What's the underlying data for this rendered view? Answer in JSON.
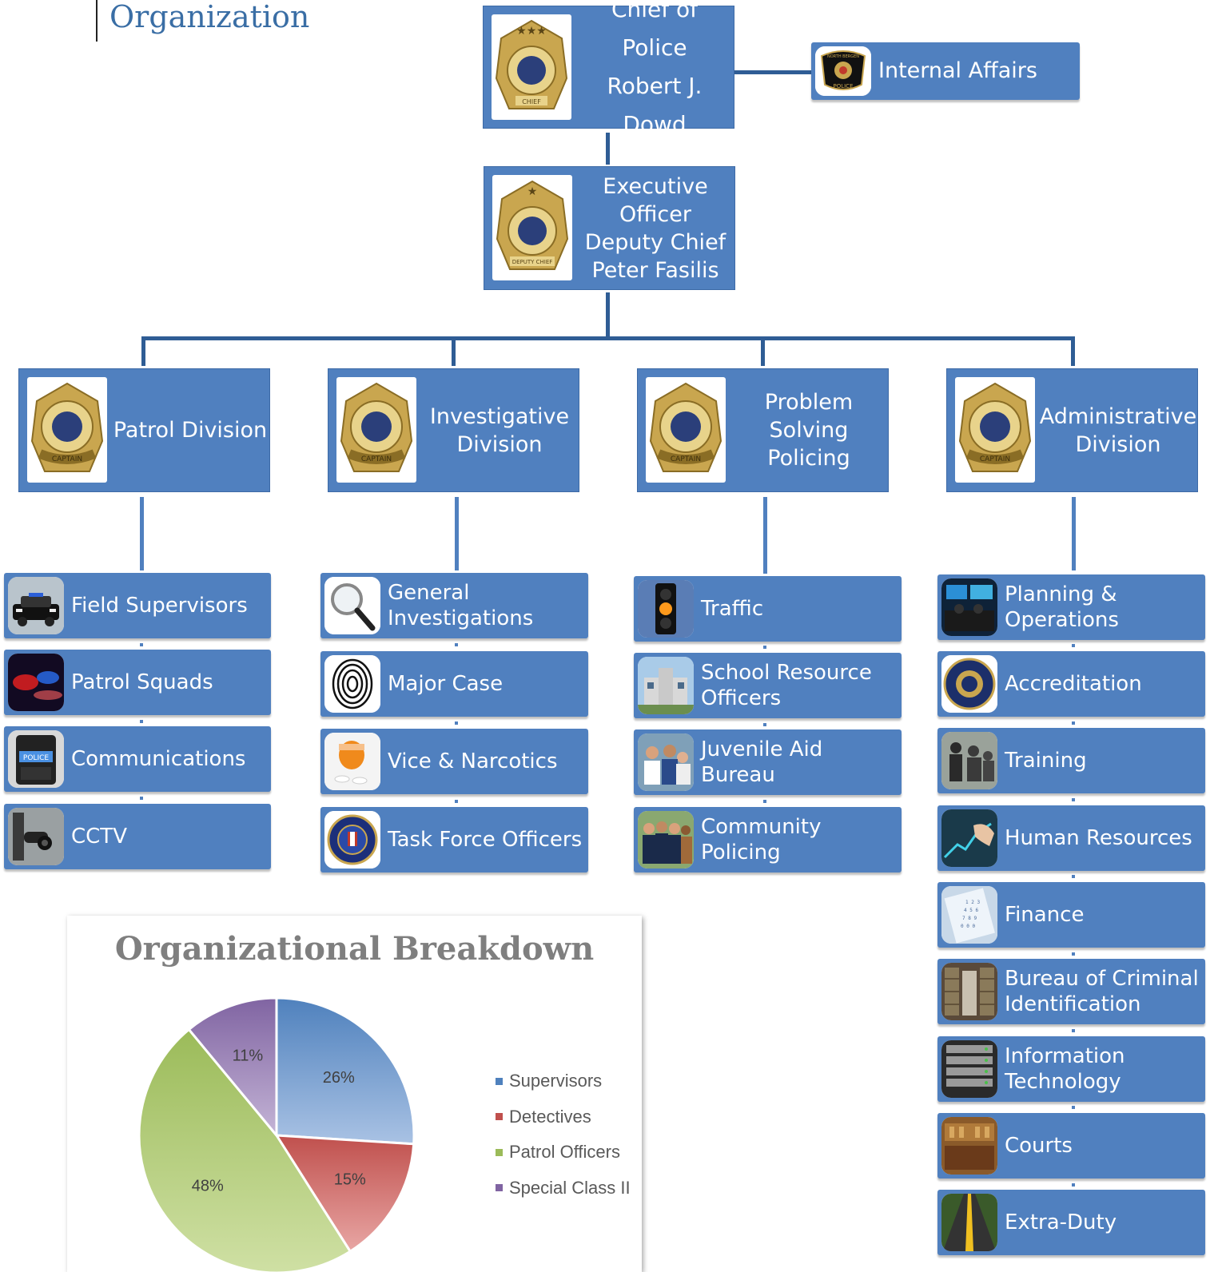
{
  "header": {
    "title": "Organization"
  },
  "chief": {
    "title": "Chief of Police",
    "name": "Robert J. Dowd",
    "badge_text": "CHIEF"
  },
  "internal_affairs": {
    "label": "Internal Affairs"
  },
  "executive": {
    "line1": "Executive",
    "line2": "Officer",
    "line3": "Deputy Chief",
    "line4": "Peter Fasilis",
    "badge_text": "DEPUTY CHIEF"
  },
  "badge_common": {
    "ring_text": "NORTH BERGEN POLICE",
    "captain_text": "CAPTAIN",
    "patch_text": "NORTH BERGEN",
    "patch_sub": "POLICE"
  },
  "divisions": [
    {
      "line1": "Patrol Division",
      "line2": ""
    },
    {
      "line1": "Investigative",
      "line2": "Division"
    },
    {
      "line1": "Problem",
      "line2": "Solving Policing"
    },
    {
      "line1": "Administrative",
      "line2": "Division"
    }
  ],
  "patrol_units": [
    {
      "label": "Field Supervisors",
      "icon": "police-car-icon"
    },
    {
      "label": "Patrol Squads",
      "icon": "emergency-lights-icon"
    },
    {
      "label": "Communications",
      "icon": "police-radio-icon"
    },
    {
      "label": "CCTV",
      "icon": "security-camera-icon"
    }
  ],
  "investigative_units": [
    {
      "line1": "General",
      "line2": "Investigations",
      "icon": "magnifying-glass-icon"
    },
    {
      "line1": "Major Case",
      "line2": "",
      "icon": "fingerprint-icon"
    },
    {
      "line1": "Vice & Narcotics",
      "line2": "",
      "icon": "pill-bottle-icon"
    },
    {
      "line1": "Task Force Officers",
      "line2": "",
      "icon": "fbi-seal-icon"
    }
  ],
  "problem_units": [
    {
      "line1": "Traffic",
      "line2": "",
      "icon": "traffic-light-icon"
    },
    {
      "line1": "School Resource",
      "line2": "Officers",
      "icon": "school-building-icon"
    },
    {
      "line1": "Juvenile Aid Bureau",
      "line2": "",
      "icon": "kids-group-icon"
    },
    {
      "line1": "Community Policing",
      "line2": "",
      "icon": "community-group-icon"
    }
  ],
  "admin_units": [
    {
      "line1": "Planning &",
      "line2": "Operations",
      "icon": "operations-room-icon"
    },
    {
      "line1": "Accreditation",
      "line2": "",
      "icon": "accreditation-seal-icon"
    },
    {
      "line1": "Training",
      "line2": "",
      "icon": "training-officers-icon"
    },
    {
      "line1": "Human Resources",
      "line2": "",
      "icon": "handshake-icon"
    },
    {
      "line1": "Finance",
      "line2": "",
      "icon": "calculator-icon"
    },
    {
      "line1": "Bureau of Criminal",
      "line2": "Identification",
      "icon": "file-archive-icon"
    },
    {
      "line1": "Information",
      "line2": "Technology",
      "icon": "server-rack-icon"
    },
    {
      "line1": "Courts",
      "line2": "",
      "icon": "courtroom-icon"
    },
    {
      "line1": "Extra-Duty",
      "line2": "",
      "icon": "road-icon"
    }
  ],
  "chart_data": {
    "type": "pie",
    "title": "Organizational Breakdown",
    "categories": [
      "Supervisors",
      "Detectives",
      "Patrol Officers",
      "Special Class II"
    ],
    "values": [
      26,
      15,
      48,
      11
    ],
    "labels": [
      "26%",
      "15%",
      "48%",
      "11%"
    ],
    "colors": [
      "#4f81bd",
      "#c0504d",
      "#9bbb59",
      "#8064a2"
    ],
    "legend_position": "right"
  }
}
